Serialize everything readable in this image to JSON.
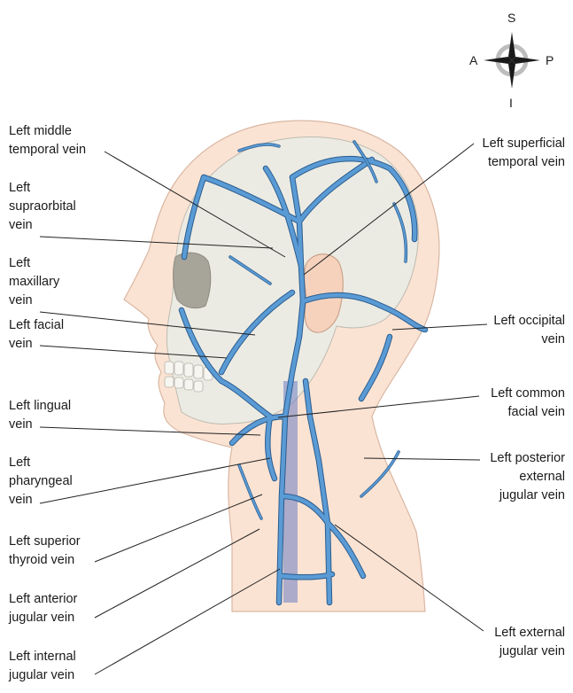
{
  "compass": {
    "superior": "S",
    "inferior": "I",
    "anterior": "A",
    "posterior": "P"
  },
  "labels_left": [
    {
      "id": "middle-temporal",
      "text": "Left middle\ntemporal vein"
    },
    {
      "id": "supraorbital",
      "text": "Left\nsupraorbital\nvein"
    },
    {
      "id": "maxillary",
      "text": "Left\nmaxillary\nvein"
    },
    {
      "id": "facial",
      "text": "Left facial\nvein"
    },
    {
      "id": "lingual",
      "text": "Left lingual\nvein"
    },
    {
      "id": "pharyngeal",
      "text": "Left\npharyngeal\nvein"
    },
    {
      "id": "superior-thyroid",
      "text": "Left superior\nthyroid vein"
    },
    {
      "id": "anterior-jugular",
      "text": "Left anterior\njugular vein"
    },
    {
      "id": "internal-jugular",
      "text": "Left internal\njugular vein"
    }
  ],
  "labels_right": [
    {
      "id": "superficial-temporal",
      "text": "Left superficial\ntemporal vein"
    },
    {
      "id": "occipital",
      "text": "Left occipital\nvein"
    },
    {
      "id": "common-facial",
      "text": "Left common\nfacial vein"
    },
    {
      "id": "posterior-external-jugular",
      "text": "Left posterior\nexternal\njugular vein"
    },
    {
      "id": "external-jugular",
      "text": "Left external\njugular vein"
    }
  ],
  "colors": {
    "vein": "#5a9bd5",
    "vein_outline": "#2c5d8f",
    "skin": "#fbe3d3",
    "skull": "#ecebe3",
    "line": "#222222"
  }
}
